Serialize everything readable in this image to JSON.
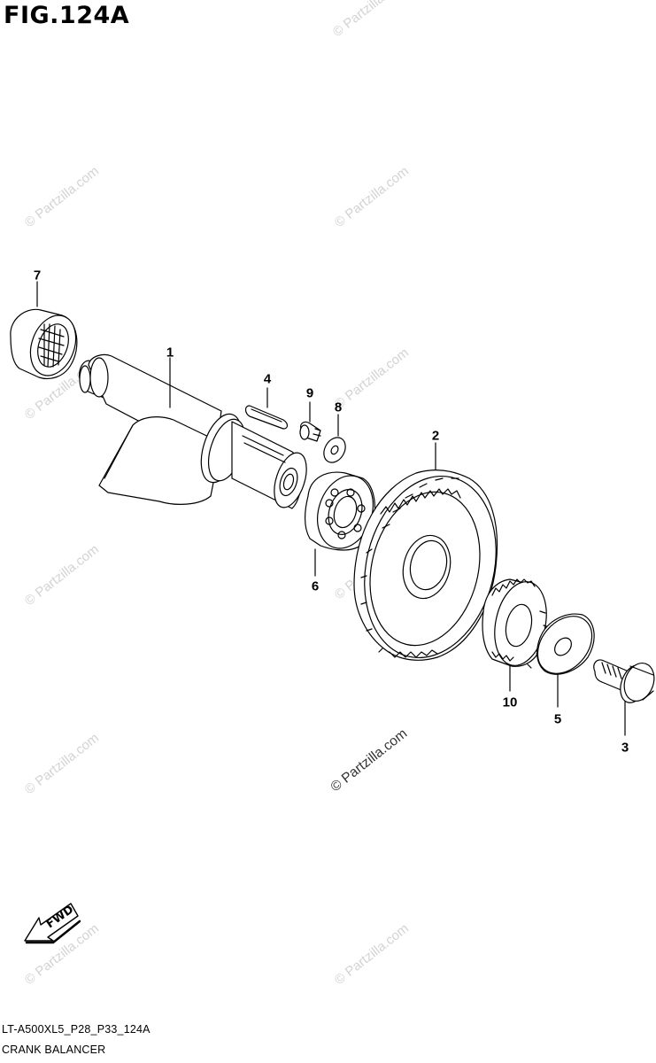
{
  "figure": {
    "title": "FIG.124A",
    "code": "LT-A500XL5_P28_P33_124A",
    "name": "CRANK BALANCER",
    "fwd_label": "FWD"
  },
  "watermark": {
    "text": "© Partzilla.com",
    "main_text": "© Partzilla.com",
    "color": "#d3d3d3"
  },
  "callouts": [
    {
      "id": "7",
      "label": "7"
    },
    {
      "id": "1",
      "label": "1"
    },
    {
      "id": "4",
      "label": "4"
    },
    {
      "id": "9",
      "label": "9"
    },
    {
      "id": "8",
      "label": "8"
    },
    {
      "id": "2",
      "label": "2"
    },
    {
      "id": "6",
      "label": "6"
    },
    {
      "id": "10",
      "label": "10"
    },
    {
      "id": "5",
      "label": "5"
    },
    {
      "id": "3",
      "label": "3"
    }
  ],
  "parts": [
    {
      "callout": "1",
      "icon": "balancer-shaft-icon"
    },
    {
      "callout": "2",
      "icon": "driven-gear-icon"
    },
    {
      "callout": "3",
      "icon": "flange-bolt-icon"
    },
    {
      "callout": "4",
      "icon": "key-icon"
    },
    {
      "callout": "5",
      "icon": "washer-icon"
    },
    {
      "callout": "6",
      "icon": "ball-bearing-icon"
    },
    {
      "callout": "7",
      "icon": "needle-bearing-icon"
    },
    {
      "callout": "8",
      "icon": "small-washer-icon"
    },
    {
      "callout": "9",
      "icon": "pin-icon"
    },
    {
      "callout": "10",
      "icon": "sub-gear-icon"
    }
  ]
}
